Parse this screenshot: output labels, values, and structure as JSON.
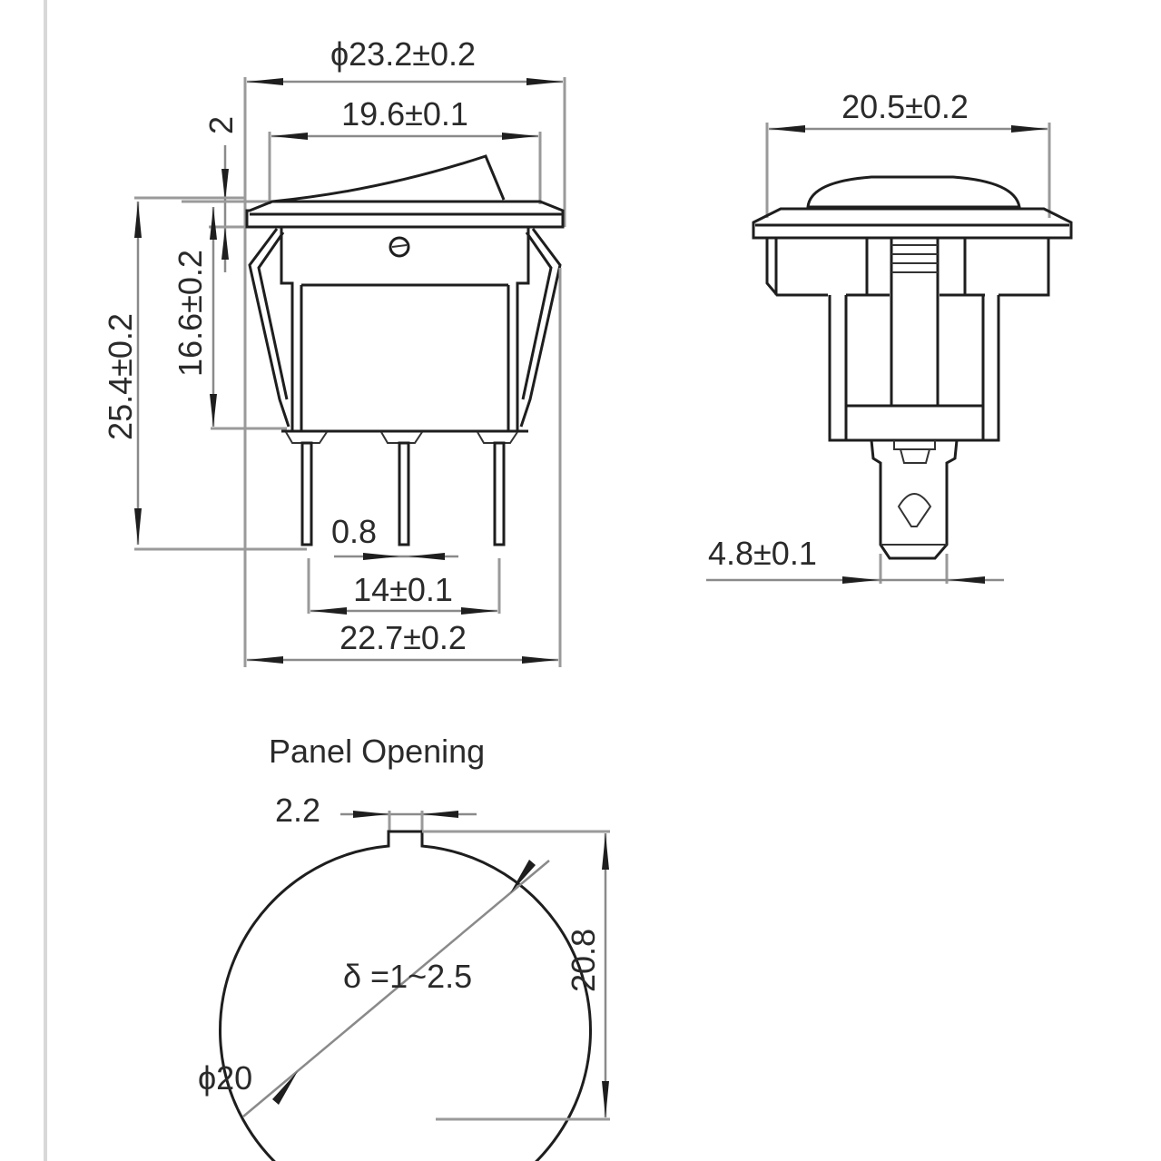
{
  "drawing": {
    "subject": "Round rocker switch dimensional drawing",
    "front_view": {
      "overall_diameter": "ϕ23.2±0.2",
      "actuator_width": "19.6±0.1",
      "bezel_thickness": "2",
      "body_height": "16.6±0.2",
      "total_height": "25.4±0.2",
      "pin_width": "0.8",
      "pin_spacing": "14±0.1",
      "clip_width": "22.7±0.2"
    },
    "side_view": {
      "bezel_width": "20.5±0.2",
      "terminal_width": "4.8±0.1"
    },
    "panel_opening": {
      "title": "Panel Opening",
      "key_width": "2.2",
      "height": "20.8",
      "thickness": "δ =1~2.5",
      "diameter": "ϕ20"
    }
  },
  "colors": {
    "line": "#1e1e1e",
    "dimension_line": "#8a8a8a",
    "background": "#ffffff",
    "page_rule": "#d8d8d8"
  }
}
